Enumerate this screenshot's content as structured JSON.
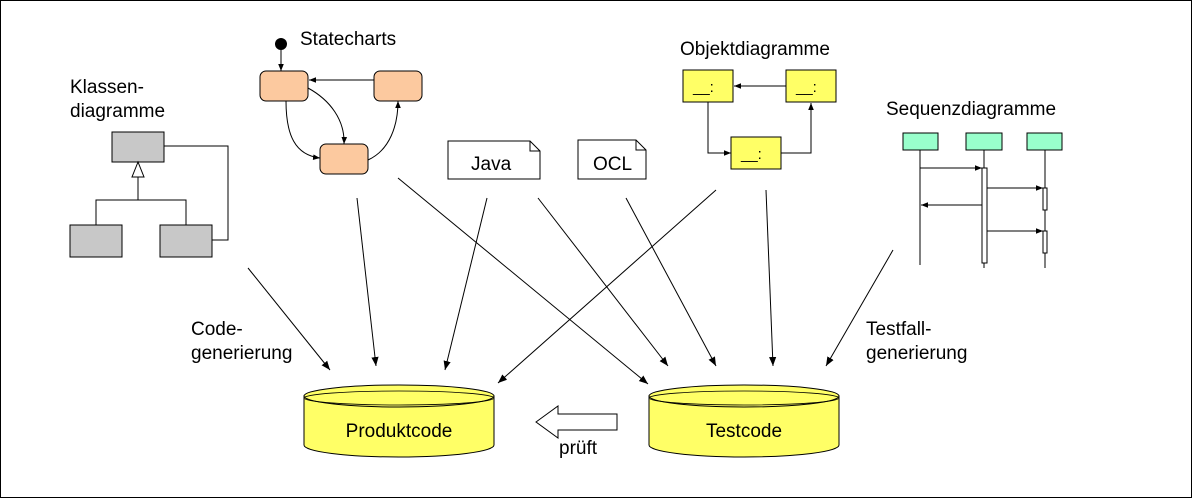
{
  "labels": {
    "klassen_line1": "Klassen-",
    "klassen_line2": "diagramme",
    "statecharts": "Statecharts",
    "objektdiagramme": "Objektdiagramme",
    "sequenzdiagramme": "Sequenzdiagramme",
    "java": "Java",
    "ocl": "OCL",
    "code_line1": "Code-",
    "code_line2": "generierung",
    "testfall_line1": "Testfall-",
    "testfall_line2": "generierung",
    "produktcode": "Produktcode",
    "testcode": "Testcode",
    "prueft": "prüft",
    "object_label": "__:"
  },
  "colors": {
    "class_fill": "#c8c8c8",
    "state_fill": "#fcc99f",
    "object_fill": "#ffff66",
    "sequence_fill": "#99ffcc",
    "database_fill": "#ffff66"
  }
}
